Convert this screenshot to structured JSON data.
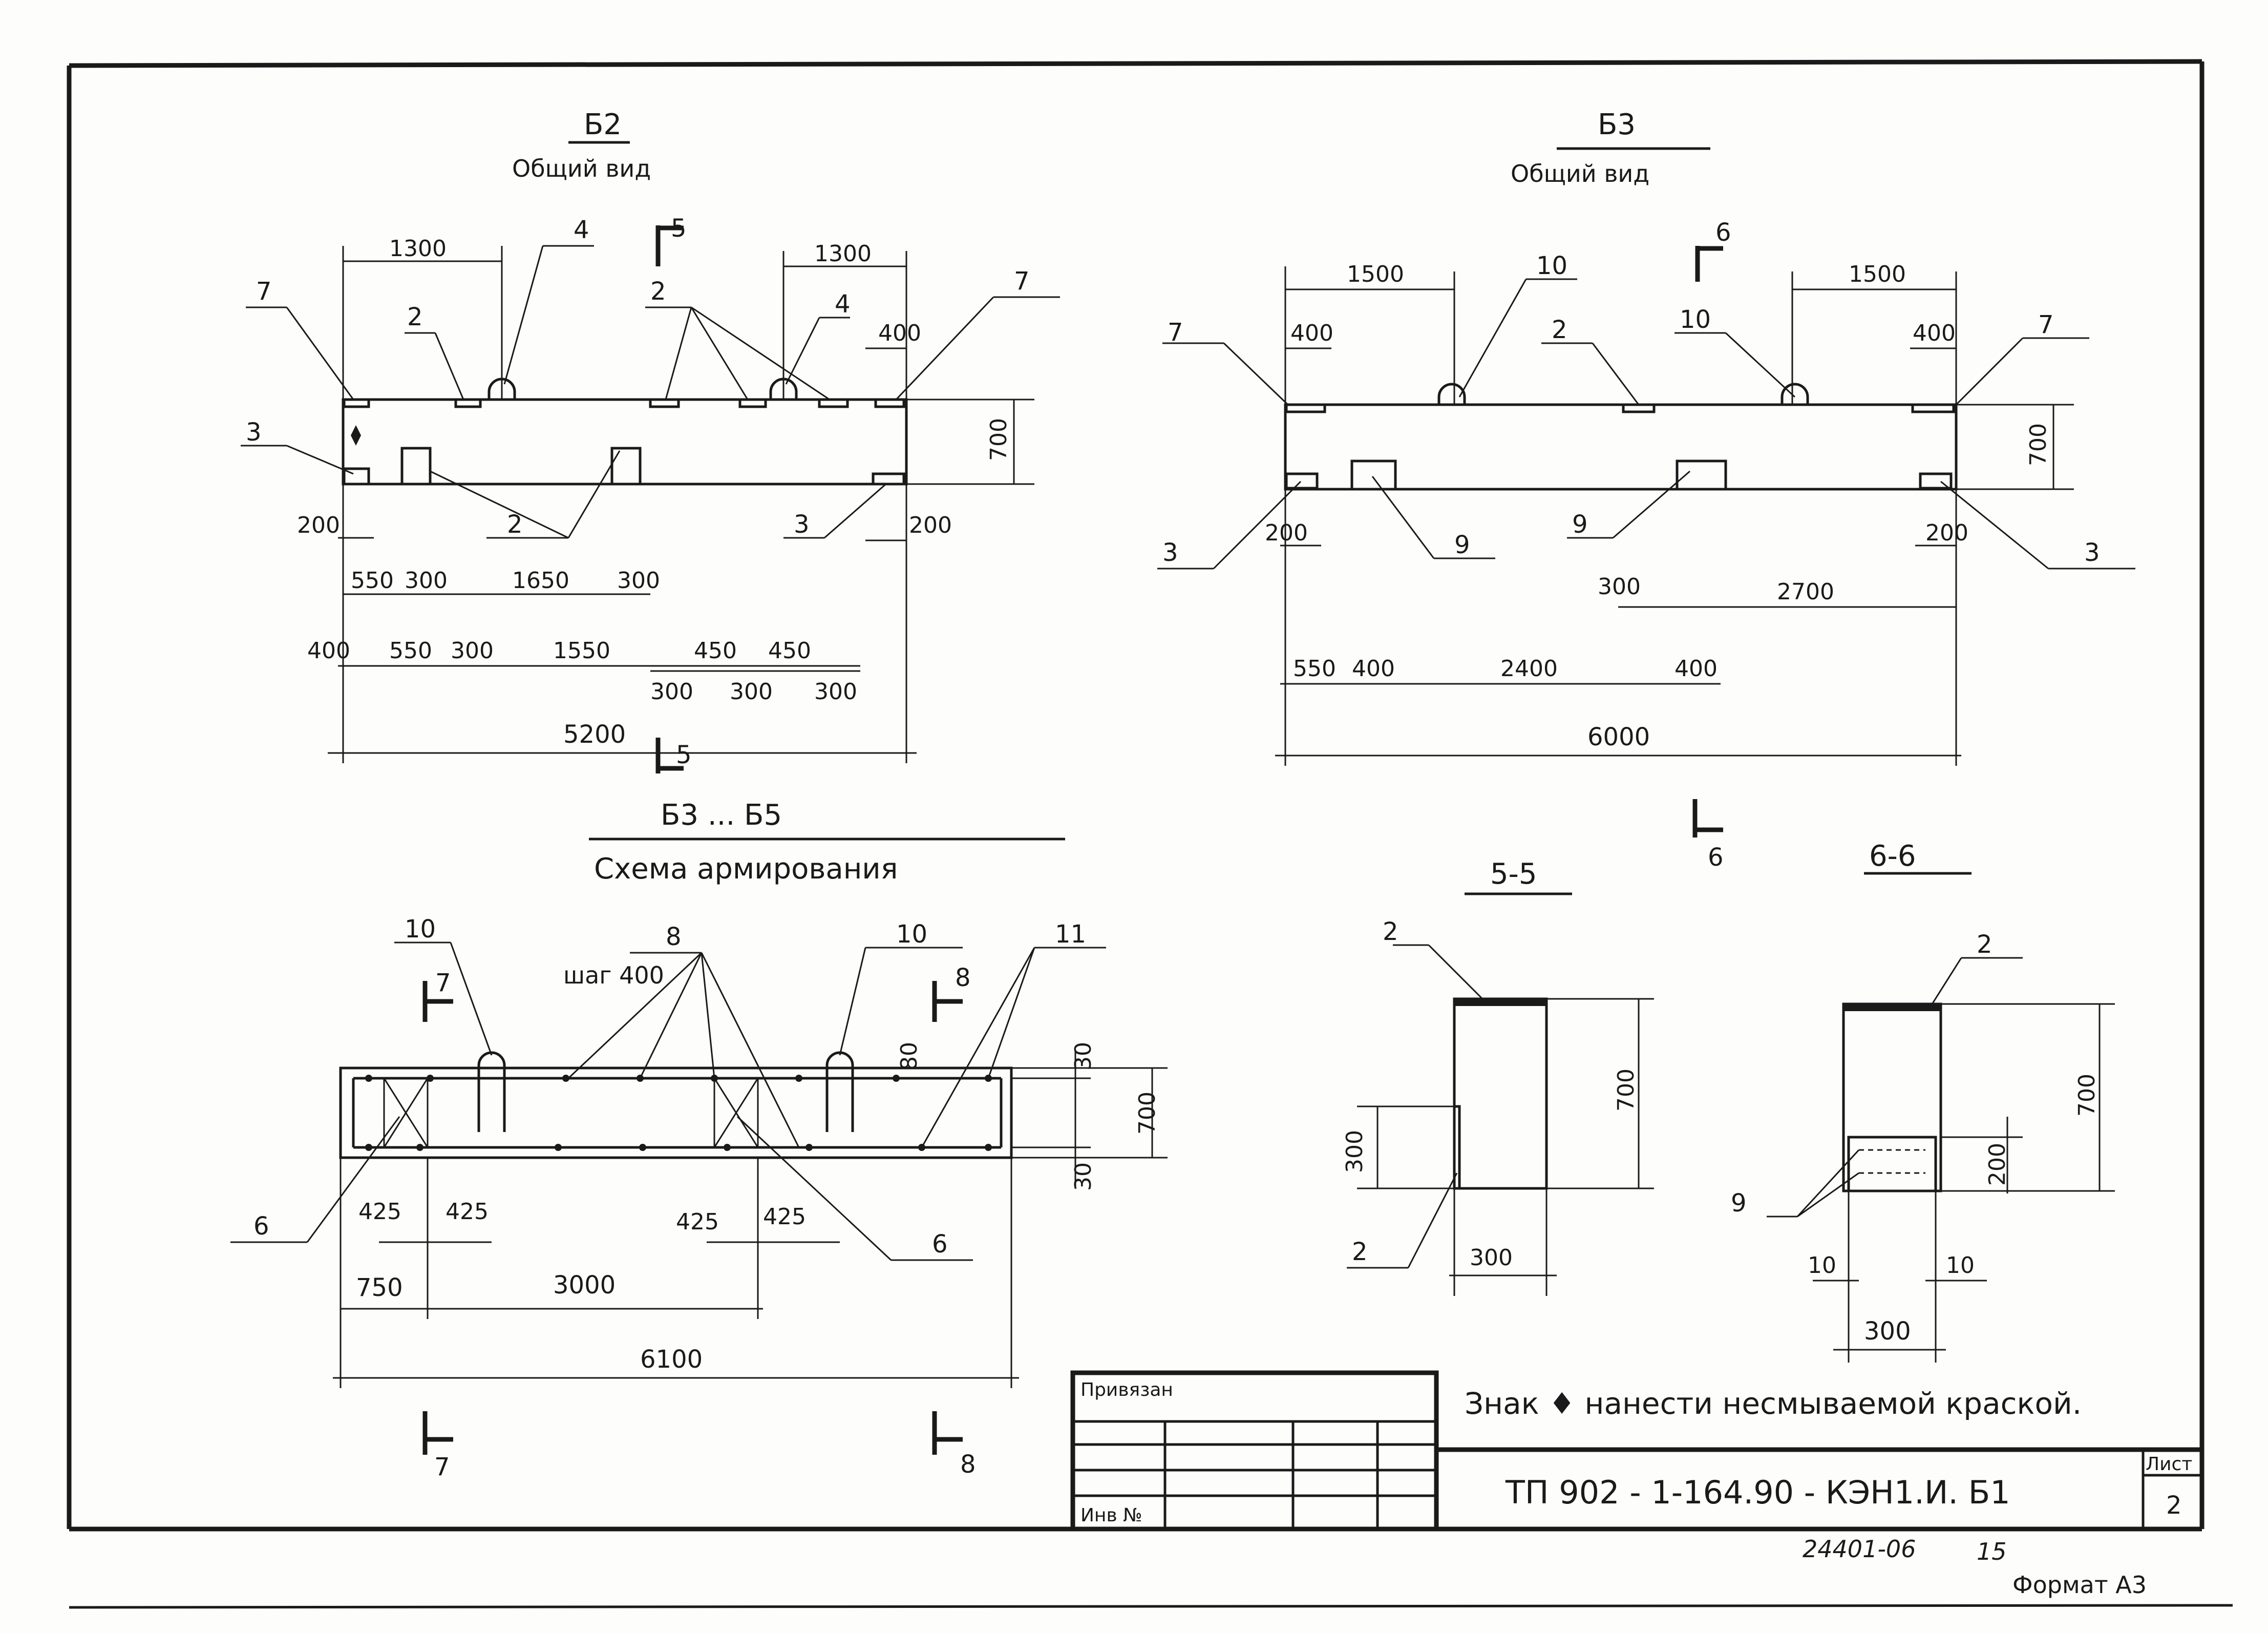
{
  "b2": {
    "title": "Б2",
    "subtitle": "Общий вид",
    "dims_top": [
      "1300",
      "1300",
      "400"
    ],
    "dims_side": [
      "700"
    ],
    "dims_bottom1": [
      "200",
      "200"
    ],
    "dims_bottom2": [
      "550",
      "300",
      "1650",
      "300"
    ],
    "dims_bottom3": [
      "400",
      "550",
      "300",
      "1550",
      "450",
      "450"
    ],
    "dims_bottom4": [
      "300",
      "300",
      "300"
    ],
    "dim_total": "5200",
    "section": "5",
    "callouts": [
      "7",
      "2",
      "4",
      "2",
      "4",
      "7",
      "3",
      "2",
      "3"
    ]
  },
  "b3": {
    "title": "Б3",
    "subtitle": "Общий вид",
    "dims_top": [
      "1500",
      "400",
      "1500",
      "400"
    ],
    "dims_side": [
      "700"
    ],
    "dims_bottom1": [
      "200",
      "200"
    ],
    "dims_bottom2": [
      "300",
      "2700"
    ],
    "dims_bottom3": [
      "550",
      "400",
      "2400",
      "400"
    ],
    "dim_total": "6000",
    "section": "6",
    "callouts": [
      "7",
      "10",
      "2",
      "10",
      "7",
      "3",
      "9",
      "9",
      "3"
    ]
  },
  "reinf": {
    "title": "Б3 ... Б5",
    "subtitle": "Схема армирования",
    "step": "шаг 400",
    "dims_side": [
      "30",
      "700",
      "30",
      "80"
    ],
    "dims_bottom1": [
      "425",
      "425",
      "425",
      "425"
    ],
    "dims_bottom2": [
      "750",
      "3000"
    ],
    "dim_total": "6100",
    "sections": [
      "7",
      "8"
    ],
    "callouts": [
      "10",
      "8",
      "10",
      "11",
      "6",
      "6"
    ]
  },
  "sec55": {
    "title": "5-5",
    "dims": [
      "700",
      "300",
      "300"
    ],
    "callouts": [
      "2",
      "2"
    ]
  },
  "sec66": {
    "title": "6-6",
    "dims": [
      "700",
      "200",
      "10",
      "10",
      "300"
    ],
    "callouts": [
      "2",
      "9"
    ]
  },
  "note": "Знак ♦ нанести несмываемой краской.",
  "stamp": {
    "privyazan": "Привязан",
    "inv": "Инв №",
    "code": "ТП 902 - 1-164.90 - КЭН1.И. Б1",
    "sheet_label": "Лист",
    "sheet_no": "2"
  },
  "footer": {
    "archive": "24401-06",
    "archive_page": "15",
    "format": "Формат А3"
  }
}
